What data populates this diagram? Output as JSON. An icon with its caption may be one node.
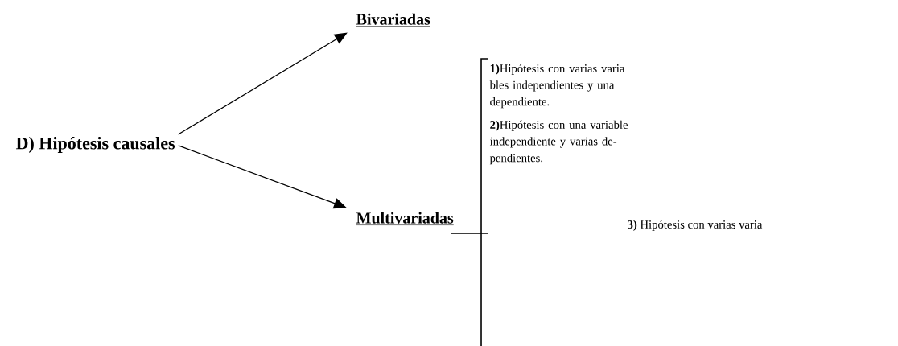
{
  "diagram": {
    "nodes": [
      {
        "text": [
          "D) Hipótesis causales"
        ]
      },
      {
        "text": [
          "Bivariadas"
        ]
      },
      {
        "text": [
          "Multivariadas"
        ]
      }
    ],
    "edges": [
      {
        "from": 0,
        "to": 1,
        "arrow": "to"
      },
      {
        "from": 0,
        "to": 2,
        "arrow": "to"
      }
    ],
    "labels": [
      "**1)**Hipótesis con varias varia bles independientes y una dependiente.",
      "**2)**Hipótesis con una variable independiente y varias de- pendientes.",
      "**3)** Hipótesis con varias varia"
    ]
  }
}
